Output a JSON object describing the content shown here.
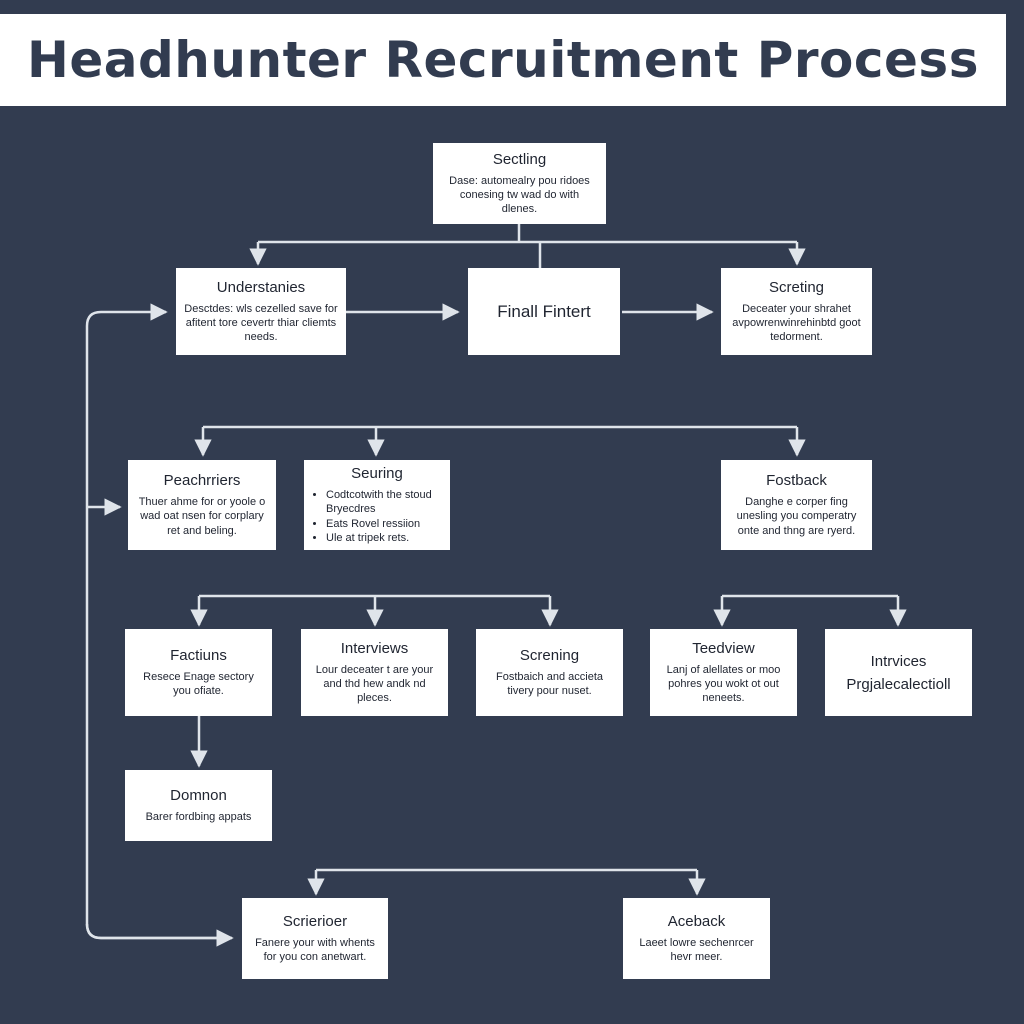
{
  "title": "Headhunter Recruitment Process",
  "colors": {
    "background": "#323c50",
    "box": "#ffffff",
    "connector": "#dfe4ea",
    "text": "#1f2430"
  },
  "boxes": {
    "b1": {
      "title": "Sectling",
      "desc": "Dase: automealry pou ridoes conesing tw wad do with dlenes."
    },
    "b2": {
      "title": "Understanies",
      "desc": "Desctdes: wls cezelled save for afitent tore cevertr thiar cliemts needs."
    },
    "b3": {
      "title": "Finall Fintert"
    },
    "b4": {
      "title": "Screting",
      "desc": "Deceater your shrahet avpowrenwinrehinbtd goot tedorment."
    },
    "b5": {
      "title": "Peachrriers",
      "desc": "Thuer ahme for or yoole o wad oat nsen for corplary ret and beling."
    },
    "b6": {
      "title": "Seuring",
      "items": [
        "Codtcotwith the stoud Bryecdres",
        "Eats Rovel ressiion",
        "Ule at tripek rets."
      ]
    },
    "b7": {
      "title": "Fostback",
      "desc": "Danghe e corper fing unesling you comperatry onte and thng are ryerd."
    },
    "b8": {
      "title": "Factiuns",
      "desc": "Resece Enage sectory you ofiate."
    },
    "b9": {
      "title": "Interviews",
      "desc": "Lour deceater t are your and thd hew andk nd pleces."
    },
    "b10": {
      "title": "Screning",
      "desc": "Fostbaich and accieta tivery pour nuset."
    },
    "b11": {
      "title": "Teedview",
      "desc": "Lanj of alellates or moo pohres you wokt ot out neneets."
    },
    "b12": {
      "title": "Intrvices",
      "desc": "Prgjalecalectioll"
    },
    "b13": {
      "title": "Domnon",
      "desc": "Barer fordbing appats"
    },
    "b14": {
      "title": "Scrierioer",
      "desc": "Fanere your with whents for you con anetwart."
    },
    "b15": {
      "title": "Aceback",
      "desc": "Laeet lowre sechenrcer hevr meer."
    }
  }
}
